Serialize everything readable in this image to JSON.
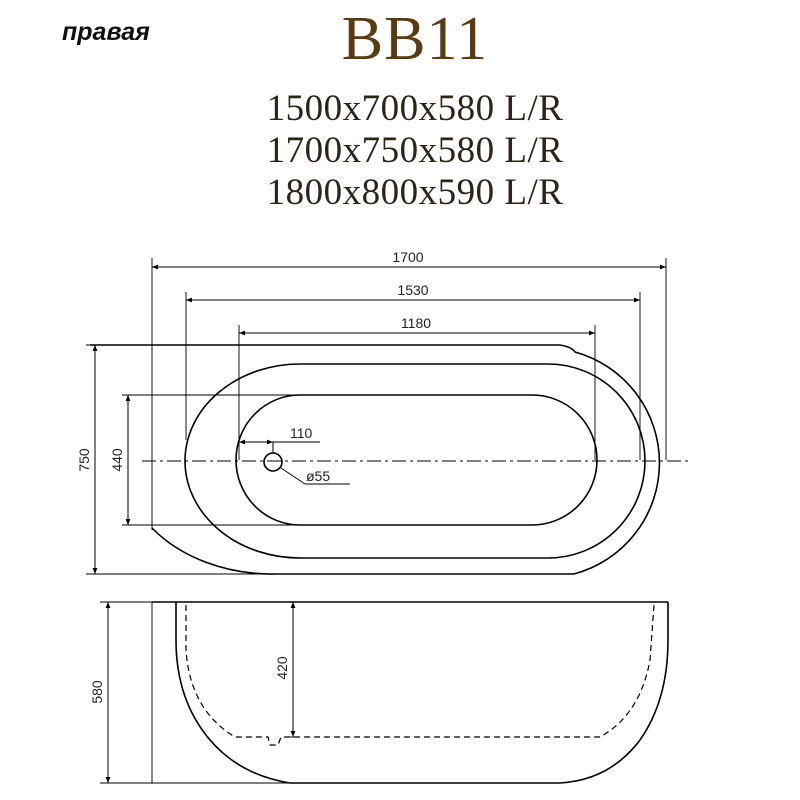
{
  "header": {
    "side_label": "правая",
    "model": "BB11",
    "sizes": [
      "1500x700x580 L/R",
      "1700x750x580 L/R",
      "1800x800x590 L/R"
    ]
  },
  "dimensions": {
    "overall_length": "1700",
    "inner_rim_length": "1530",
    "bottom_length": "1180",
    "drain_offset": "110",
    "drain_diameter": "ø55",
    "overall_width": "750",
    "bottom_width": "440",
    "height": "580",
    "inner_depth": "420"
  },
  "colors": {
    "model_text": "#5a3a10",
    "sizes_text": "#2d2418",
    "lines": "#000000"
  }
}
